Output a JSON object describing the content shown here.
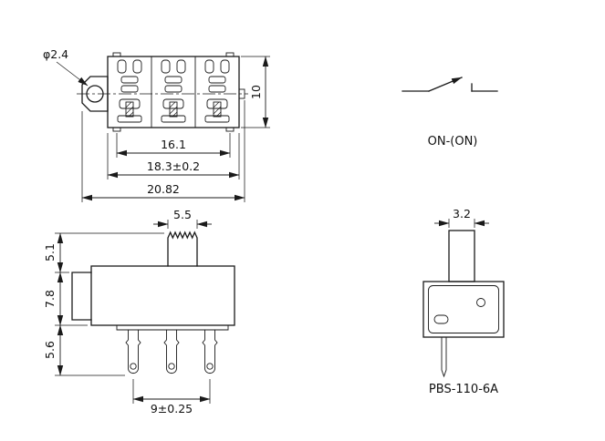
{
  "page": {
    "background": "#ffffff",
    "line_color": "#1a1a1a"
  },
  "top_view": {
    "dim_hole_diameter": "φ2.4",
    "dim_body_height": "10",
    "dim_width_inner": "16.1",
    "dim_width_body": "18.3±0.2",
    "dim_width_overall": "20.82"
  },
  "schematic": {
    "circuit_function": "ON-(ON)"
  },
  "side_view": {
    "dim_knob_width": "5.5",
    "dim_actuator_height": "5.1",
    "dim_body_height": "7.8",
    "dim_terminal_length": "5.6",
    "dim_terminal_span": "9±0.25"
  },
  "front_view": {
    "dim_actuator_width": "3.2",
    "model_number": "PBS-110-6A"
  }
}
